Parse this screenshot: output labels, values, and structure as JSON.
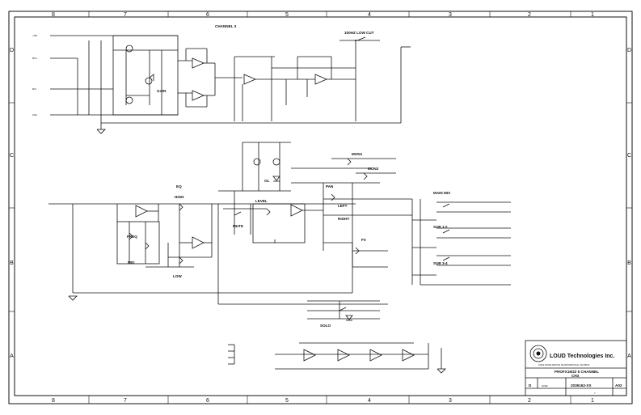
{
  "zones": {
    "columns": [
      "8",
      "7",
      "6",
      "5",
      "4",
      "3",
      "2",
      "1"
    ],
    "rows": [
      "D",
      "C",
      "B",
      "A"
    ]
  },
  "labels": {
    "channel": "CHANNEL 3",
    "low_cut": "100HZ LOW CUT",
    "gain": "GAIN",
    "eq": "EQ",
    "high": "HIGH",
    "freq": "FREQ",
    "mid": "MID",
    "low": "LOW",
    "mute": "MUTE",
    "level": "LEVEL",
    "ol": "OL",
    "mon1": "MON1",
    "mon2": "MON2",
    "pan": "PAN",
    "left": "LEFT",
    "right": "RIGHT",
    "main_mix": "MAIN MIX",
    "sub_12": "SUB 1-2",
    "sub_34": "SUB 3-4",
    "fx": "FX",
    "solo": "SOLO"
  },
  "title_block": {
    "company": "LOUD Technologies Inc.",
    "address": "16220 WOOD-RED RD NE WOODINVILLE, WA 98072",
    "title_line1": "PROFX16/22 6 CHANNEL",
    "title_line2": "CH3",
    "size": "D",
    "doc_no": "2036162-XX",
    "rev": "A02",
    "scale": "NONE",
    "sheet": "7"
  }
}
